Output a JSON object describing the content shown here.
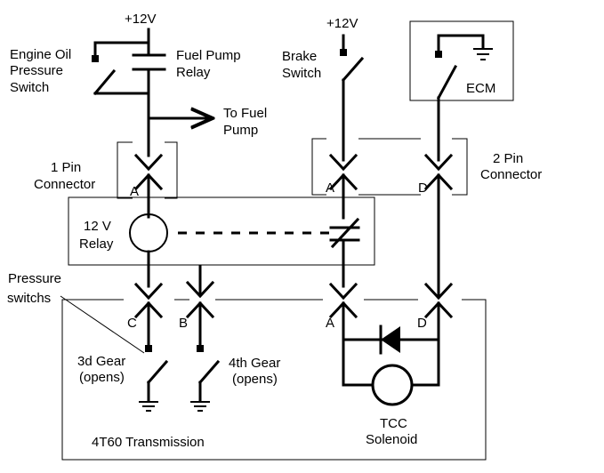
{
  "power": {
    "left_label": "+12V",
    "right_label": "+12V"
  },
  "components": {
    "engine_oil_switch": [
      "Engine Oil",
      "Pressure",
      "Switch"
    ],
    "fuel_pump_relay": [
      "Fuel Pump",
      "Relay"
    ],
    "to_fuel_pump": [
      "To Fuel",
      "Pump"
    ],
    "brake_switch": [
      "Brake",
      "Switch"
    ],
    "ecm": "ECM",
    "one_pin_connector": [
      "1 Pin",
      "Connector"
    ],
    "two_pin_connector": [
      "2 Pin",
      "Connector"
    ],
    "relay_12v": [
      "12 V",
      "Relay"
    ],
    "pressure_switches": [
      "Pressure",
      "switchs"
    ],
    "gear_3d": [
      "3d Gear",
      "(opens)"
    ],
    "gear_4th": [
      "4th Gear",
      "(opens)"
    ],
    "tcc_solenoid": [
      "TCC",
      "Solenoid"
    ],
    "transmission": "4T60  Transmission"
  },
  "pins": {
    "a1": "A",
    "a2": "A",
    "d2": "D",
    "c3": "C",
    "b3": "B",
    "a3": "A",
    "d3": "D"
  }
}
